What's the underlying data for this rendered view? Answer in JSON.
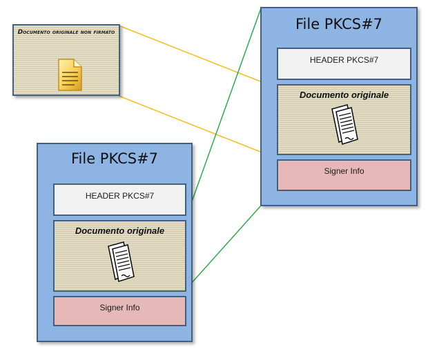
{
  "original_document": {
    "title": "Documento originale non firmato",
    "icon": "document-file-icon"
  },
  "pkcs_right": {
    "title": "File PKCS#7",
    "header": "HEADER PKCS#7",
    "document_label": "Documento originale",
    "document_icon": "scroll-document-icon",
    "signer": "Signer Info"
  },
  "pkcs_left": {
    "title": "File PKCS#7",
    "header": "HEADER PKCS#7",
    "document_label": "Documento originale",
    "document_icon": "scroll-document-icon",
    "signer": "Signer Info"
  },
  "colors": {
    "container_fill": "#8eb4e3",
    "border": "#41607e",
    "header_fill": "#f2f2f2",
    "document_fill": "#ddd7bf",
    "signer_fill": "#e6b9b8",
    "connector_yellow": "#f0c020",
    "connector_green": "#2eaa4a"
  }
}
